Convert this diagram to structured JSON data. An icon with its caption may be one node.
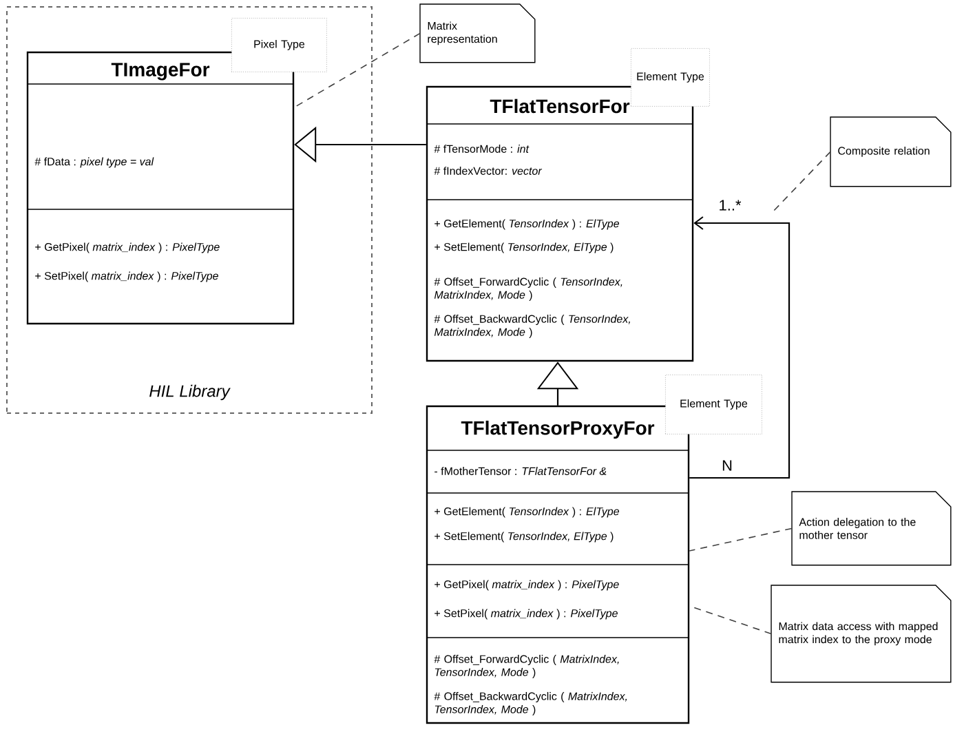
{
  "diagram": {
    "nodes": [
      {
        "text": [
          "HIL Library"
        ]
      },
      {
        "text": [
          "TImageFor",
          "# fData : *pixel type = val*",
          "+ GetPixel( *matrix_index* ) : *PixelType*",
          "+ SetPixel( *matrix_index* ) : *PixelType*"
        ],
        "in": 0
      },
      {
        "text": [
          "Pixel Type"
        ],
        "in": 0
      },
      {
        "text": [
          "Matrix representation"
        ]
      },
      {
        "text": [
          "TFlatTensorFor",
          "# fTensorMode : *int*",
          "# fIndexVector: *vector*",
          "+ GetElement( *TensorIndex* ) : *ElType*",
          "+ SetElement( *TensorIndex, ElType* )",
          "# Offset_ForwardCyclic ( *TensorIndex, MatrixIndex, Mode* )",
          "# Offset_BackwardCyclic ( *TensorIndex, MatrixIndex, Mode* )"
        ]
      },
      {
        "text": [
          "Element Type"
        ]
      },
      {
        "text": [
          "Composite relation"
        ]
      },
      {
        "text": [
          "TFlatTensorProxyFor",
          "- fMotherTensor : *TFlatTensorFor &*",
          "+ GetElement( *TensorIndex* ) : *ElType*",
          "+ SetElement( *TensorIndex, ElType* )",
          "+ GetPixel( *matrix_index* ) : *PixelType*",
          "+ SetPixel( *matrix_index* ) : *PixelType*",
          "# Offset_ForwardCyclic ( *MatrixIndex, TensorIndex, Mode* )",
          "# Offset_BackwardCyclic ( *MatrixIndex, TensorIndex, Mode* )"
        ]
      },
      {
        "text": [
          "Element Type"
        ]
      },
      {
        "text": [
          "Action delegation to the mother tensor"
        ]
      },
      {
        "text": [
          "Matrix data access with mapped matrix index to the proxy mode"
        ]
      }
    ],
    "edges": [
      {
        "from": 4,
        "to": 1,
        "arrow": "to"
      },
      {
        "from": 7,
        "to": 4,
        "arrow": "to"
      },
      {
        "from": 7,
        "to": 4,
        "arrow": "to",
        "label": "1..*"
      },
      {
        "from": 3,
        "to": 1,
        "arrow": "none",
        "style": "dashed"
      },
      {
        "from": 6,
        "to": null,
        "arrow": "none",
        "style": "dashed"
      },
      {
        "from": 9,
        "to": 7,
        "arrow": "none",
        "style": "dashed"
      },
      {
        "from": 10,
        "to": 7,
        "arrow": "none",
        "style": "dashed"
      }
    ],
    "labels": [
      "N"
    ]
  }
}
